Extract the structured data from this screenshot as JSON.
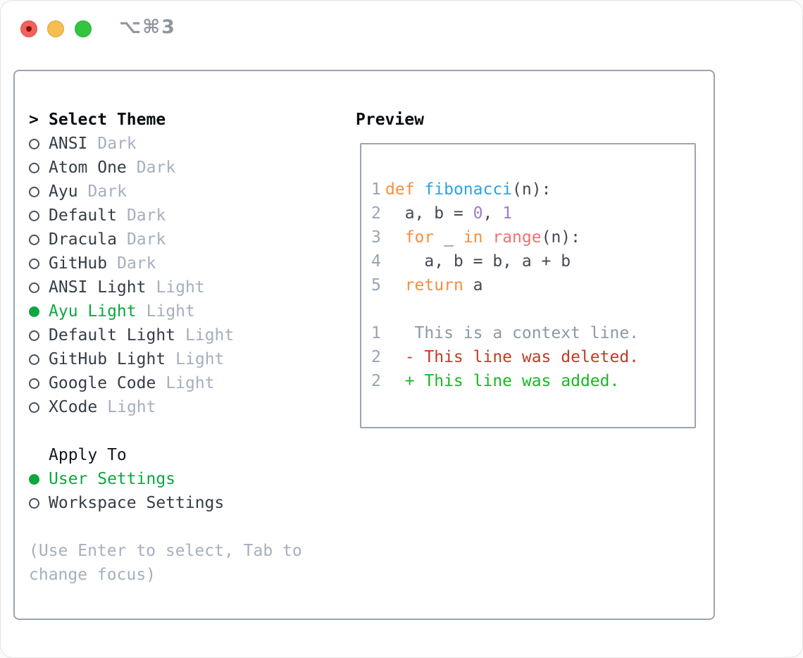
{
  "window": {
    "shortcut_label": "⌥⌘3"
  },
  "theme_picker": {
    "title_prefix": ">",
    "title": "Select Theme",
    "themes": [
      {
        "name": "ANSI",
        "variant": "Dark",
        "selected": false
      },
      {
        "name": "Atom One",
        "variant": "Dark",
        "selected": false
      },
      {
        "name": "Ayu",
        "variant": "Dark",
        "selected": false
      },
      {
        "name": "Default",
        "variant": "Dark",
        "selected": false
      },
      {
        "name": "Dracula",
        "variant": "Dark",
        "selected": false
      },
      {
        "name": "GitHub",
        "variant": "Dark",
        "selected": false
      },
      {
        "name": "ANSI Light",
        "variant": "Light",
        "selected": false
      },
      {
        "name": "Ayu Light",
        "variant": "Light",
        "selected": true
      },
      {
        "name": "Default Light",
        "variant": "Light",
        "selected": false
      },
      {
        "name": "GitHub Light",
        "variant": "Light",
        "selected": false
      },
      {
        "name": "Google Code",
        "variant": "Light",
        "selected": false
      },
      {
        "name": "XCode",
        "variant": "Light",
        "selected": false
      }
    ],
    "apply_to": {
      "title": "Apply To",
      "options": [
        {
          "name": "User Settings",
          "selected": true
        },
        {
          "name": "Workspace Settings",
          "selected": false
        }
      ]
    },
    "hint": "(Use Enter to select, Tab to change focus)"
  },
  "preview": {
    "title": "Preview",
    "code_lines": [
      {
        "num": "1",
        "tokens": [
          {
            "c": "kw",
            "t": "def"
          },
          {
            "c": "pl",
            "t": " "
          },
          {
            "c": "fn",
            "t": "fibonacci"
          },
          {
            "c": "pl",
            "t": "(n):"
          }
        ]
      },
      {
        "num": "2",
        "tokens": [
          {
            "c": "pl",
            "t": "  a, b = "
          },
          {
            "c": "num",
            "t": "0"
          },
          {
            "c": "pl",
            "t": ", "
          },
          {
            "c": "num",
            "t": "1"
          }
        ]
      },
      {
        "num": "3",
        "tokens": [
          {
            "c": "pl",
            "t": "  "
          },
          {
            "c": "kw",
            "t": "for"
          },
          {
            "c": "pl",
            "t": " _ "
          },
          {
            "c": "kw",
            "t": "in"
          },
          {
            "c": "pl",
            "t": " "
          },
          {
            "c": "bi",
            "t": "range"
          },
          {
            "c": "pl",
            "t": "(n):"
          }
        ]
      },
      {
        "num": "4",
        "tokens": [
          {
            "c": "pl",
            "t": "    a, b = b, a + b"
          }
        ]
      },
      {
        "num": "5",
        "tokens": [
          {
            "c": "pl",
            "t": "  "
          },
          {
            "c": "kw",
            "t": "return"
          },
          {
            "c": "pl",
            "t": " a"
          }
        ]
      }
    ],
    "diff_lines": [
      {
        "num": "1",
        "c": "ctx",
        "t": "   This is a context line."
      },
      {
        "num": "2",
        "c": "del",
        "t": "  - This line was deleted."
      },
      {
        "num": "2",
        "c": "add",
        "t": "  + This line was added."
      }
    ]
  },
  "colors": {
    "selected_green": "#0DA73F",
    "panel_border": "#9CA4B0",
    "muted_gray": "#A6AFBD",
    "keyword_orange": "#FA8D3E",
    "function_blue": "#2AA3E8",
    "number_purple": "#A37ACC",
    "builtin_coral": "#F07171",
    "diff_deleted_red": "#C43A26",
    "diff_added_green": "#16BA22",
    "traffic_red": "#F4615B",
    "traffic_yellow": "#F6BD4F",
    "traffic_green": "#33C53F"
  }
}
